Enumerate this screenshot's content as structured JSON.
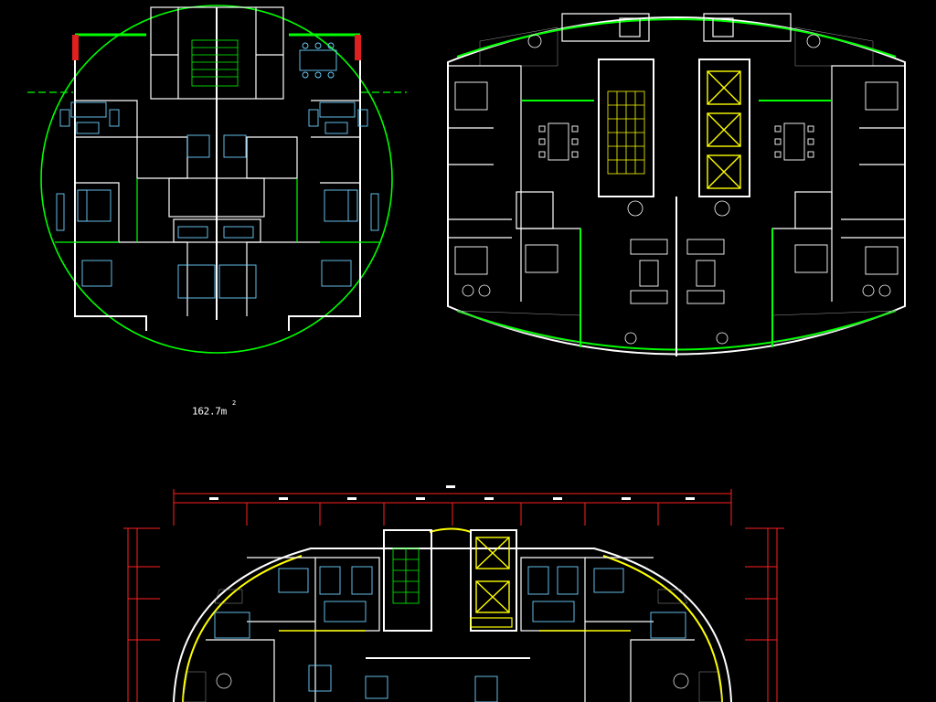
{
  "drawing": {
    "background_color": "#000000",
    "colors": {
      "wall": "#ffffff",
      "partition": "#00ff00",
      "furniture": "#6fd0ff",
      "elevator": "#ffff00",
      "dimension": "#ff2020",
      "column": "#ff2020",
      "hatch": "#9a9a9a"
    }
  },
  "plans": [
    {
      "name": "circular-plan",
      "shape": "circle"
    },
    {
      "name": "elliptical-plan",
      "shape": "ellipse"
    },
    {
      "name": "oval-plan-partial",
      "shape": "oval"
    }
  ],
  "labels": {
    "area_value": "162.7m",
    "area_unit_sup": "2"
  },
  "icons": [
    "stair-icon",
    "elevator-icon",
    "dining-table-icon",
    "sofa-icon",
    "bed-icon",
    "bathtub-icon",
    "plant-icon"
  ]
}
